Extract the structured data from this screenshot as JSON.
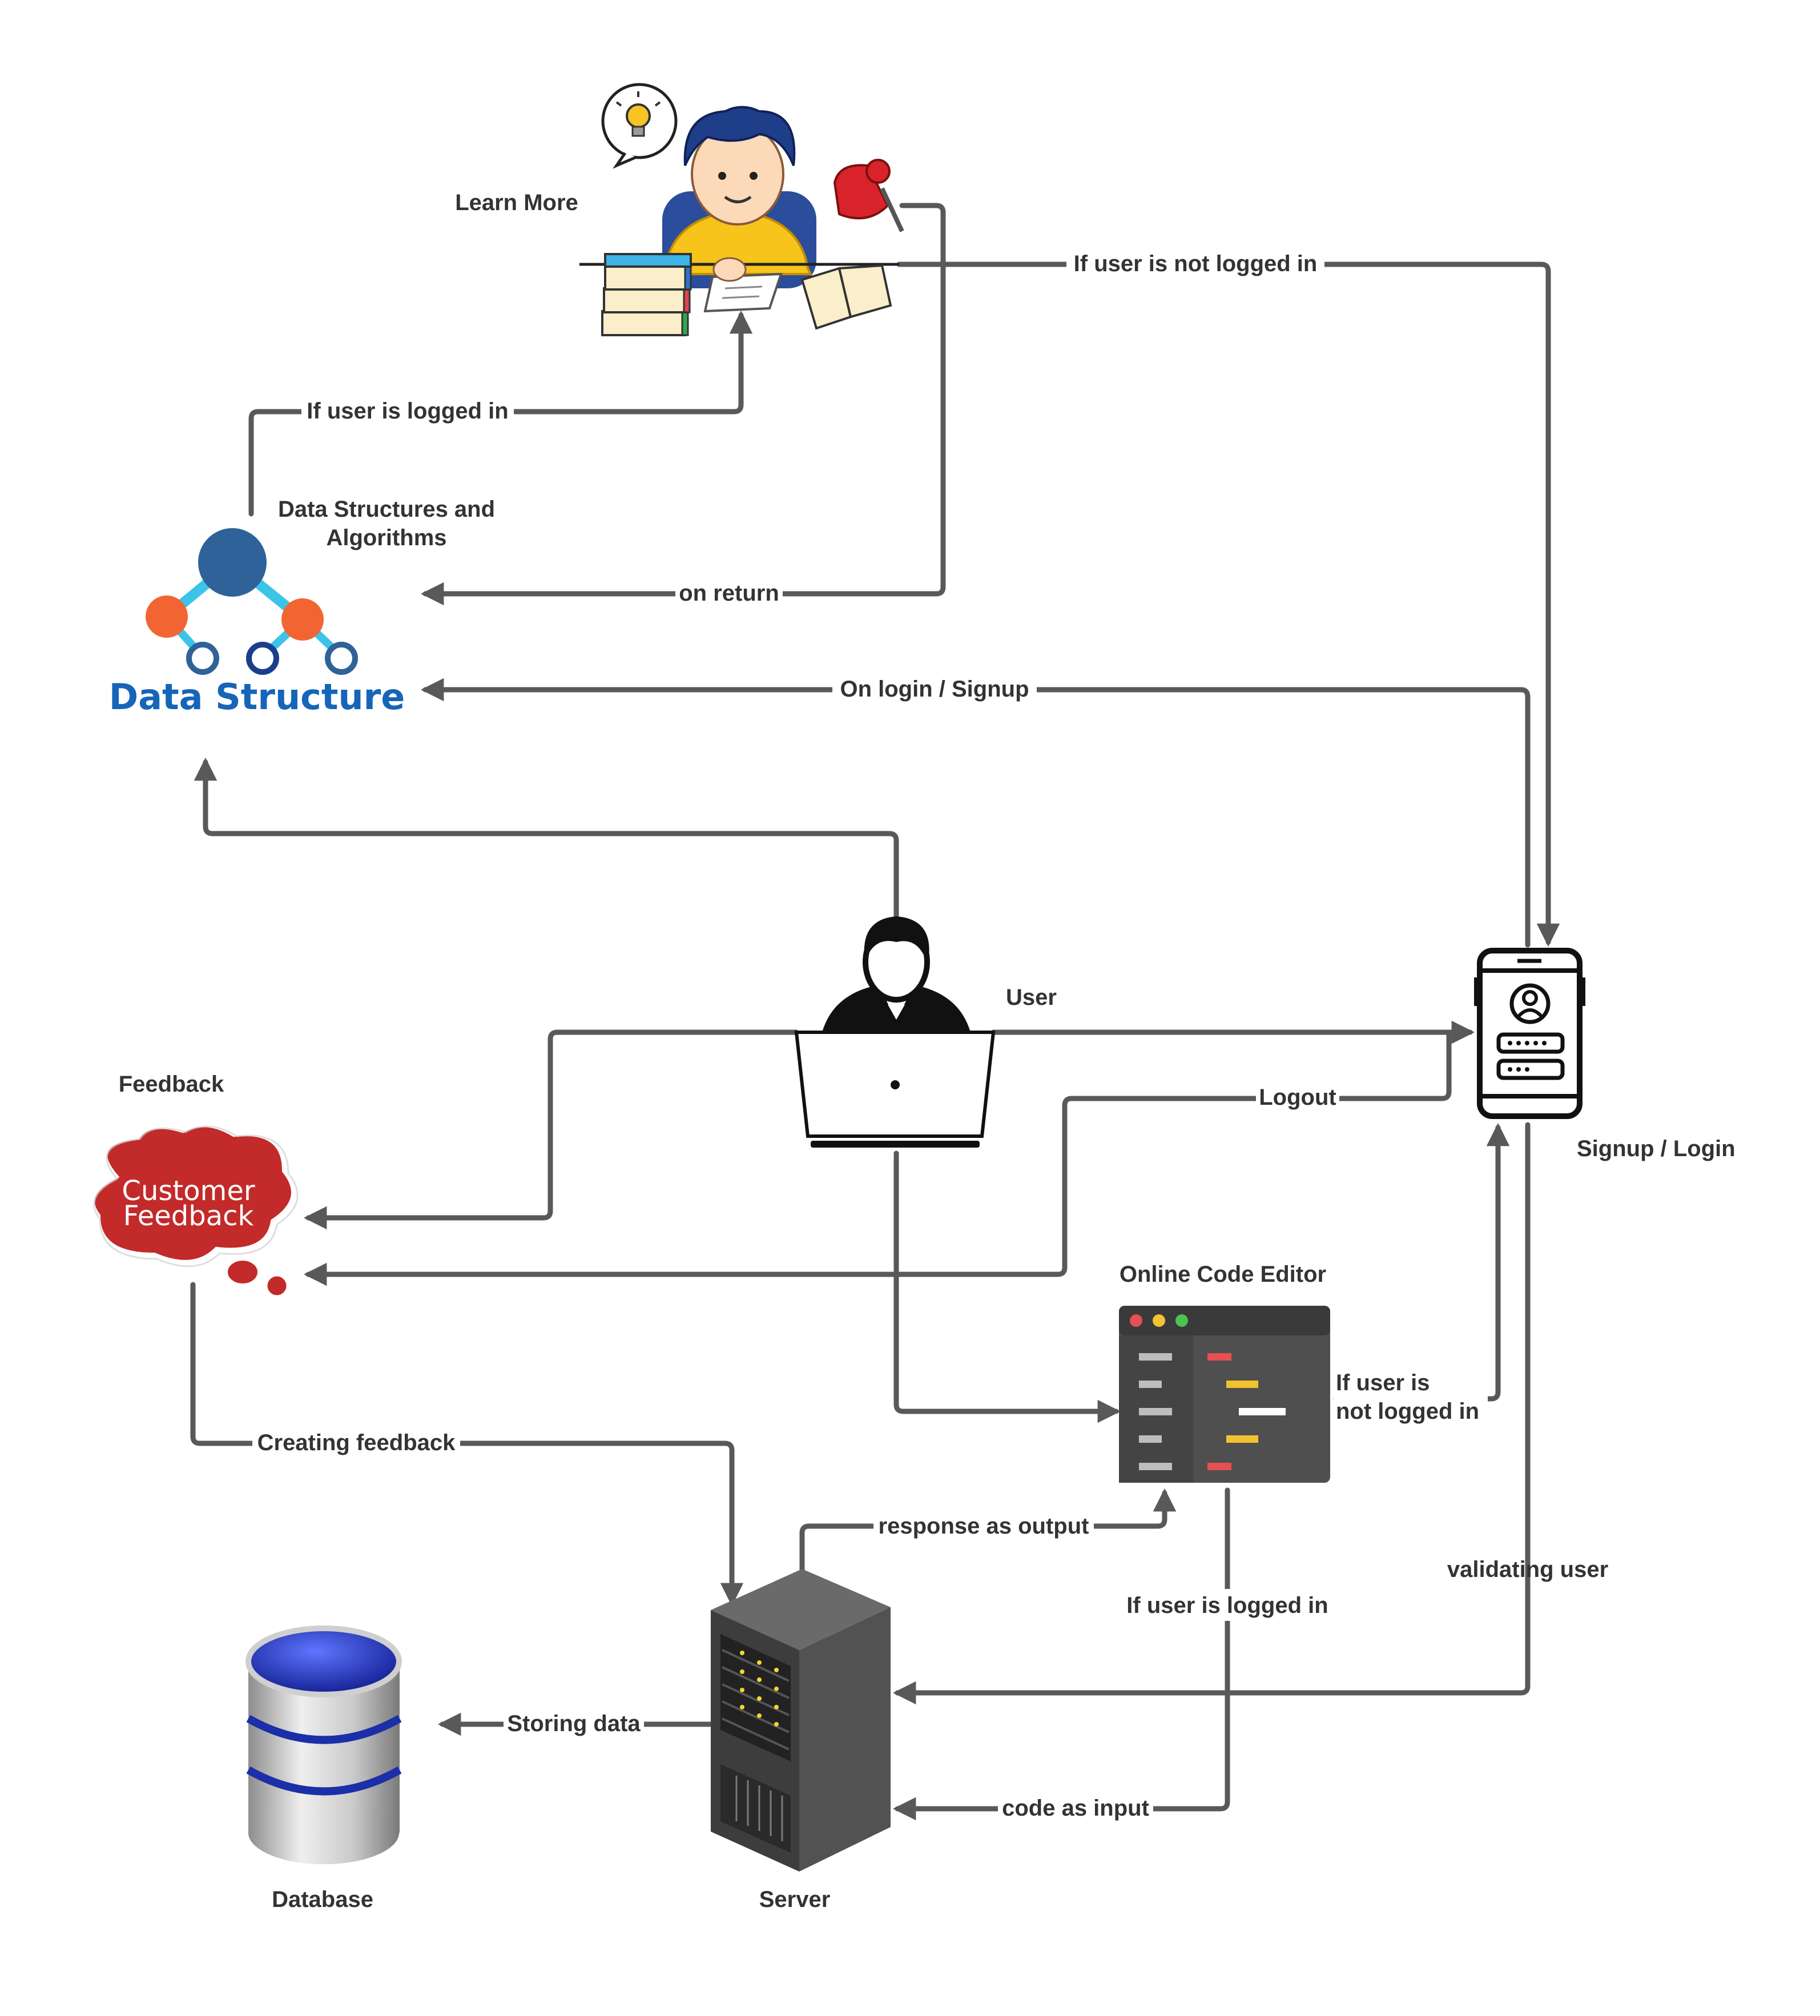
{
  "nodes": {
    "learn_more": "Learn More",
    "dsa": "Data Structures and Algorithms",
    "dsa_line1": "Data Structures and",
    "dsa_line2": "Algorithms",
    "ds_logo": "Data Structure",
    "user": "User",
    "signup_login": "Signup / Login",
    "feedback": "Feedback",
    "customer_feedback_line1": "Customer",
    "customer_feedback_line2": "Feedback",
    "online_code_editor": "Online Code Editor",
    "database": "Database",
    "server": "Server"
  },
  "edges": {
    "if_user_not_logged_in_top": "If user is not logged in",
    "if_user_logged_in_top": "If user is logged in",
    "on_return": "on return",
    "on_login_signup": "On login / Signup",
    "logout": "Logout",
    "if_user_is": "If user is",
    "not_logged_in": "not logged in",
    "creating_feedback": "Creating feedback",
    "response_as_output": "response as output",
    "validating_user": "validating user",
    "if_user_logged_in_editor": "If user is logged in",
    "storing_data": "Storing data",
    "code_as_input": "code as input"
  },
  "colors": {
    "edge": "#595959",
    "ds_dark_blue": "#2e6299",
    "ds_orange": "#f26533",
    "ds_cyan": "#3cc4e8",
    "ds_text": "#1565b8",
    "feedback_red": "#c32a2a",
    "editor_dark": "#4f4f4f",
    "server_dark": "#424242",
    "db_blue": "#1a2fa8",
    "db_silver": "#c8c8c8"
  }
}
